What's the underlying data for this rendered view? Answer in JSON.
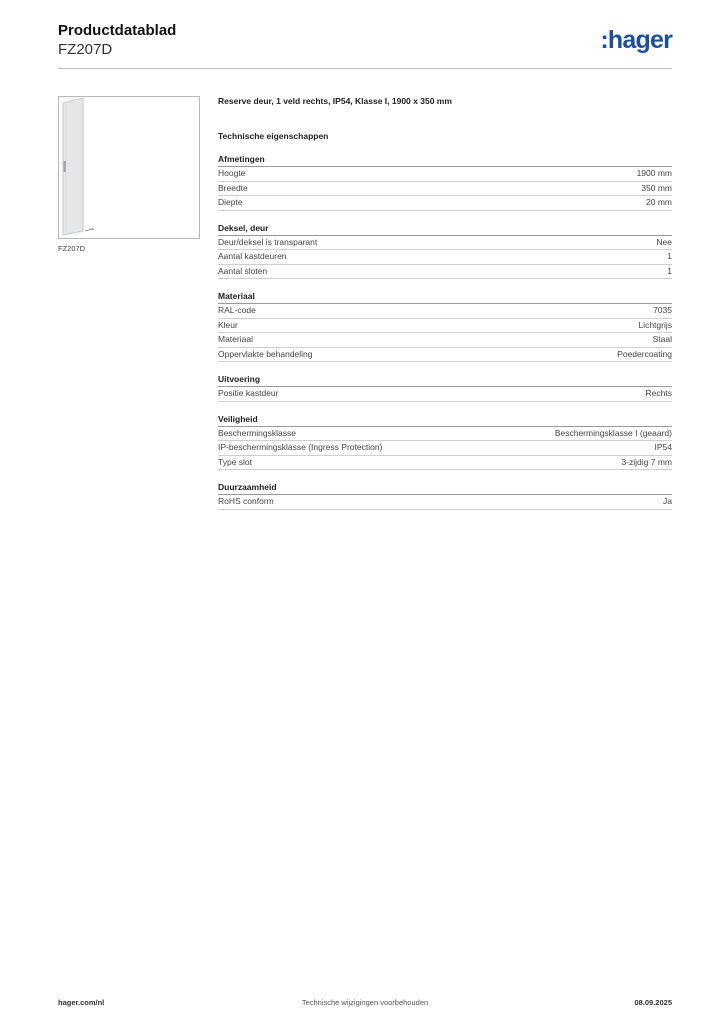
{
  "header": {
    "title": "Productdatablad",
    "code": "FZ207D",
    "logo": ":hager"
  },
  "image": {
    "caption": "FZ207D",
    "icon": "cabinet-door-image"
  },
  "product": {
    "description": "Reserve deur, 1 veld rechts, IP54, Klasse I, 1900 x 350 mm",
    "tech_heading": "Technische eigenschappen"
  },
  "sections": [
    {
      "title": "Afmetingen",
      "rows": [
        {
          "label": "Hoogte",
          "value": "1900 mm"
        },
        {
          "label": "Breedte",
          "value": "350 mm"
        },
        {
          "label": "Diepte",
          "value": "20 mm"
        }
      ]
    },
    {
      "title": "Deksel, deur",
      "rows": [
        {
          "label": "Deur/deksel is transparant",
          "value": "Nee"
        },
        {
          "label": "Aantal kastdeuren",
          "value": "1"
        },
        {
          "label": "Aantal sloten",
          "value": "1"
        }
      ]
    },
    {
      "title": "Materiaal",
      "rows": [
        {
          "label": "RAL-code",
          "value": "7035"
        },
        {
          "label": "Kleur",
          "value": "Lichtgrijs"
        },
        {
          "label": "Materiaal",
          "value": "Staal"
        },
        {
          "label": "Oppervlakte behandeling",
          "value": "Poedercoating"
        }
      ]
    },
    {
      "title": "Uitvoering",
      "rows": [
        {
          "label": "Positie kastdeur",
          "value": "Rechts"
        }
      ]
    },
    {
      "title": "Veiligheid",
      "rows": [
        {
          "label": "Beschermingsklasse",
          "value": "Beschermingsklasse I (geaard)"
        },
        {
          "label": "IP-beschermingsklasse (Ingress Protection)",
          "value": "IP54"
        },
        {
          "label": "Type slot",
          "value": "3-zijdig 7 mm"
        }
      ]
    },
    {
      "title": "Duurzaamheid",
      "rows": [
        {
          "label": "RoHS conform",
          "value": "Ja"
        }
      ]
    }
  ],
  "footer": {
    "website": "hager.com/nl",
    "notice": "Technische wijzigingen voorbehouden",
    "date": "08.09.2025"
  },
  "colors": {
    "brand": "#1e4f9e",
    "door": "#e4e6e8"
  }
}
